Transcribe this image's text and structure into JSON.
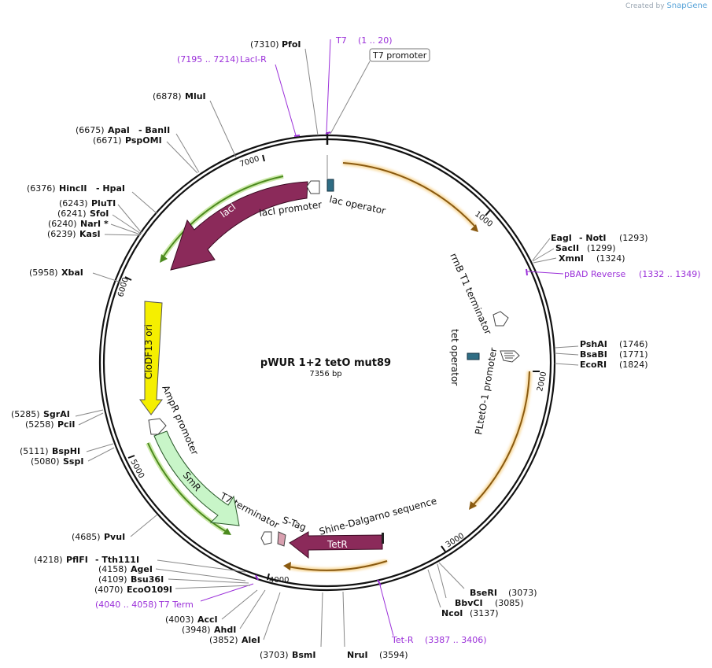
{
  "credit": {
    "prefix": "Created by",
    "brand": "SnapGene"
  },
  "plasmid": {
    "name": "pWUR 1+2 tetO mut89",
    "length_label": "7356 bp",
    "length": 7356
  },
  "ticks": [
    "1000",
    "2000",
    "3000",
    "4000",
    "5000",
    "6000",
    "7000"
  ],
  "features": [
    {
      "name": "lacI",
      "color": "#8b2a5a"
    },
    {
      "name": "lacI promoter",
      "color": "#ffffff"
    },
    {
      "name": "lac operator",
      "color": "#2f6d84"
    },
    {
      "name": "rrnB T1 terminator",
      "color": "#ffffff"
    },
    {
      "name": "tet operator",
      "color": "#2f6d84"
    },
    {
      "name": "PLtetO-1 promoter",
      "color": "#ffffff"
    },
    {
      "name": "Shine-Dalgarno sequence",
      "color": "#222222"
    },
    {
      "name": "TetR",
      "color": "#8b2a5a"
    },
    {
      "name": "S-Tag",
      "color": "#d9a0b0"
    },
    {
      "name": "T7 terminator",
      "color": "#ffffff"
    },
    {
      "name": "SmR",
      "color": "#c8f5c8"
    },
    {
      "name": "AmpR promoter",
      "color": "#ffffff"
    },
    {
      "name": "CloDF13 ori",
      "color": "#f5ef00"
    }
  ],
  "callout": {
    "label": "T7 promoter"
  },
  "sites": [
    {
      "name": "PfoI",
      "pos": "(7310)"
    },
    {
      "name": "MluI",
      "pos": "(6878)"
    },
    {
      "name": "ApaI",
      "pos": "(6675)"
    },
    {
      "name": "- BanII",
      "pos": ""
    },
    {
      "name": "PspOMI",
      "pos": "(6671)"
    },
    {
      "name": "HincII",
      "pos": "(6376)"
    },
    {
      "name": "- HpaI",
      "pos": ""
    },
    {
      "name": "PluTI",
      "pos": "(6243)"
    },
    {
      "name": "SfoI",
      "pos": "(6241)"
    },
    {
      "name": "NarI *",
      "pos": "(6240)"
    },
    {
      "name": "KasI",
      "pos": "(6239)"
    },
    {
      "name": "XbaI",
      "pos": "(5958)"
    },
    {
      "name": "SgrAI",
      "pos": "(5285)"
    },
    {
      "name": "PciI",
      "pos": "(5258)"
    },
    {
      "name": "BspHI",
      "pos": "(5111)"
    },
    {
      "name": "SspI",
      "pos": "(5080)"
    },
    {
      "name": "PvuI",
      "pos": "(4685)"
    },
    {
      "name": "PflFI",
      "pos": "(4218)"
    },
    {
      "name": "- Tth111I",
      "pos": ""
    },
    {
      "name": "AgeI",
      "pos": "(4158)"
    },
    {
      "name": "Bsu36I",
      "pos": "(4109)"
    },
    {
      "name": "EcoO109I",
      "pos": "(4070)"
    },
    {
      "name": "AccI",
      "pos": "(4003)"
    },
    {
      "name": "AhdI",
      "pos": "(3948)"
    },
    {
      "name": "AleI",
      "pos": "(3852)"
    },
    {
      "name": "BsmI",
      "pos": "(3703)"
    },
    {
      "name": "NruI",
      "pos": "(3594)"
    },
    {
      "name": "BseRI",
      "pos": "(3073)"
    },
    {
      "name": "BbvCI",
      "pos": "(3085)"
    },
    {
      "name": "NcoI",
      "pos": "(3137)"
    },
    {
      "name": "PshAI",
      "pos": "(1746)"
    },
    {
      "name": "BsaBI",
      "pos": "(1771)"
    },
    {
      "name": "EcoRI",
      "pos": "(1824)"
    },
    {
      "name": "EagI",
      "pos": ""
    },
    {
      "name": "- NotI",
      "pos": "(1293)"
    },
    {
      "name": "SacII",
      "pos": "(1299)"
    },
    {
      "name": "XmnI",
      "pos": "(1324)"
    }
  ],
  "primers": [
    {
      "name": "T7",
      "range": "(1 .. 20)"
    },
    {
      "name": "LacI-R",
      "range": "(7195 .. 7214)"
    },
    {
      "name": "pBAD Reverse",
      "range": "(1332 .. 1349)"
    },
    {
      "name": "Tet-R",
      "range": "(3387 .. 3406)"
    },
    {
      "name": "T7 Term",
      "range": "(4040 .. 4058)"
    }
  ],
  "colors": {
    "primer": "#9b30d9",
    "orange_arrow": "#f2b04c",
    "green_arrow": "#5a9c2a",
    "backbone": "#111111"
  }
}
